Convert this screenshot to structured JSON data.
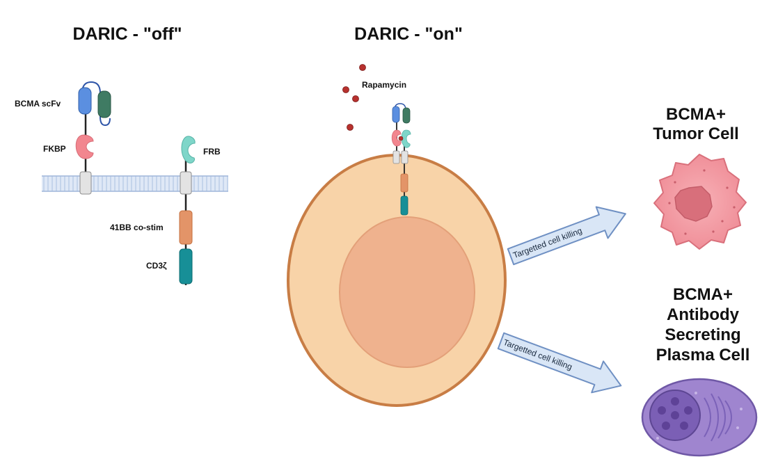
{
  "titles": {
    "off": "DARIC - \"off\"",
    "on": "DARIC - \"on\""
  },
  "labels": {
    "bcma_scfv": "BCMA scFv",
    "fkbp": "FKBP",
    "frb": "FRB",
    "costim": "41BB co-stim",
    "cd3z": "CD3ζ",
    "rapamycin": "Rapamycin"
  },
  "arrows": {
    "top": "Targetted cell killing",
    "bottom": "Targetted cell killing"
  },
  "targets": {
    "tumor": [
      "BCMA+",
      "Tumor Cell"
    ],
    "plasma": [
      "BCMA+",
      "Antibody",
      "Secreting",
      "Plasma Cell"
    ]
  },
  "colors": {
    "scfv_blue": "#5b8fe0",
    "scfv_green": "#3f7b63",
    "fkbp_pink": "#f2868f",
    "frb_teal": "#7fd6c9",
    "costim_orange": "#e39468",
    "cd3z_teal": "#178f97",
    "membrane_blue": "#c9d8ef",
    "tcell_cytoplasm": "#f8d3a8",
    "tcell_outline": "#c87d45",
    "tcell_nucleus": "#efb28e",
    "tumor_pink": "#f39aa2",
    "plasma_purple": "#9f85cf",
    "arrow_fill": "#d9e6f6",
    "arrow_stroke": "#6f90c3",
    "rapamycin_red": "#b7312e"
  }
}
